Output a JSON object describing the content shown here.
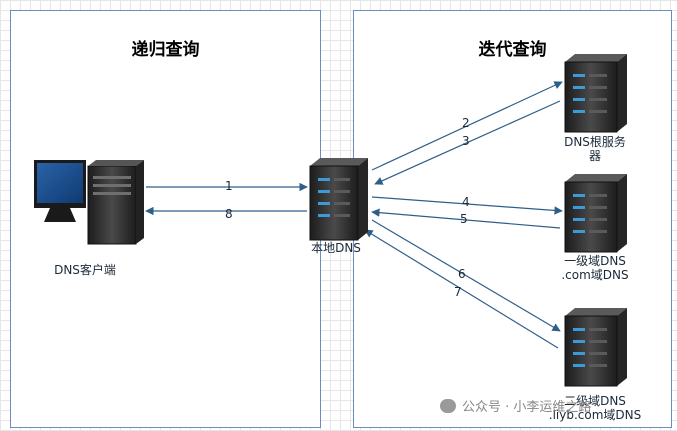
{
  "panels": {
    "left": {
      "title": "递归查询"
    },
    "right": {
      "title": "迭代查询"
    }
  },
  "nodes": {
    "client": {
      "label": "DNS客户端",
      "icon": "desktop-computer-icon"
    },
    "local": {
      "label": "本地DNS",
      "icon": "server-icon"
    },
    "root": {
      "label_line1": "DNS根服务",
      "label_line2": "器",
      "icon": "server-icon"
    },
    "tld": {
      "label_line1": "一级域DNS",
      "label_line2": ".com域DNS",
      "icon": "server-icon"
    },
    "second": {
      "label_line1": "二级域DNS",
      "label_line2": ".liyb.com域DNS",
      "icon": "server-icon"
    }
  },
  "steps": [
    "1",
    "2",
    "3",
    "4",
    "5",
    "6",
    "7",
    "8"
  ],
  "watermark": {
    "text": "公众号 · 小李运维之路"
  },
  "colors": {
    "arrow": "#2e5f8a",
    "panel_border": "#6c8ebf",
    "server_light": "#3d9ad9"
  }
}
